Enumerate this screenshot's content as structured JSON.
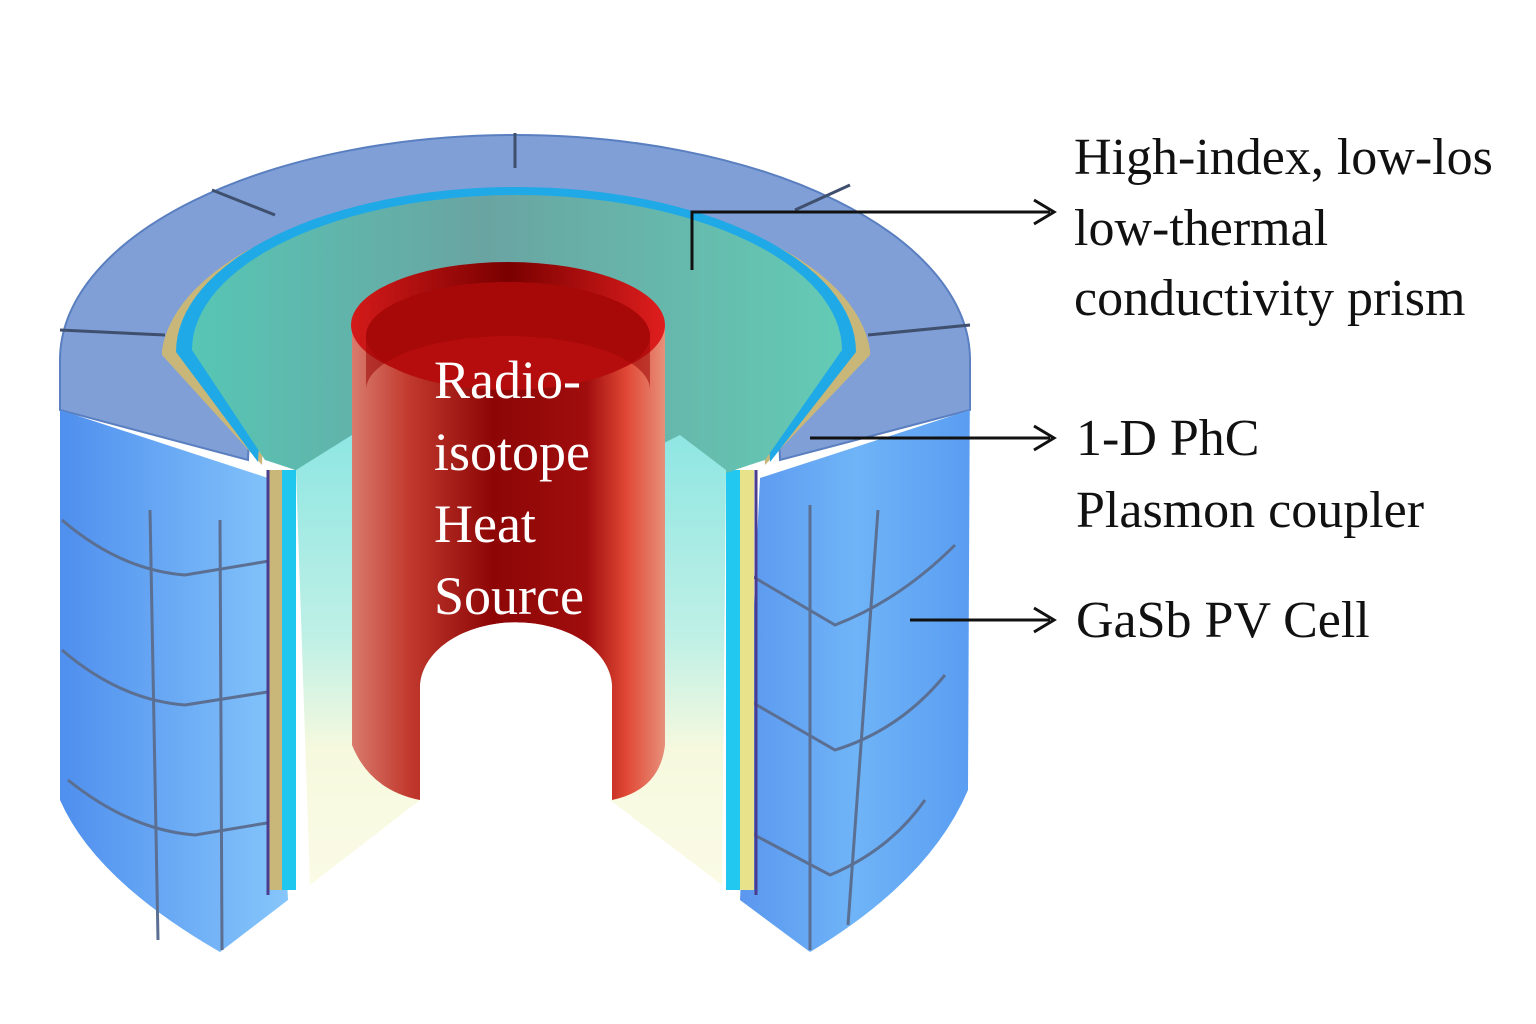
{
  "core_label": {
    "lines": [
      "Radio-",
      "isotope",
      "Heat",
      "Source"
    ]
  },
  "callouts": {
    "prism": {
      "lines": [
        "High-index, low-los",
        "low-thermal",
        "conductivity prism"
      ]
    },
    "phc": {
      "lines": [
        "1-D PhC",
        "Plasmon coupler"
      ]
    },
    "pv": {
      "lines": [
        "GaSb PV Cell"
      ]
    }
  },
  "colors": {
    "pv_cell": "#5f9df2",
    "pv_top": "#7f9fd6",
    "prism": "#5fc7b6",
    "phc_layer": "#1fa9e6",
    "coupler_layer": "#c9b77a",
    "heat_source": "#b31212",
    "heat_source_inner": "#8a0000",
    "cavity_glow": "#f4f7dc"
  }
}
